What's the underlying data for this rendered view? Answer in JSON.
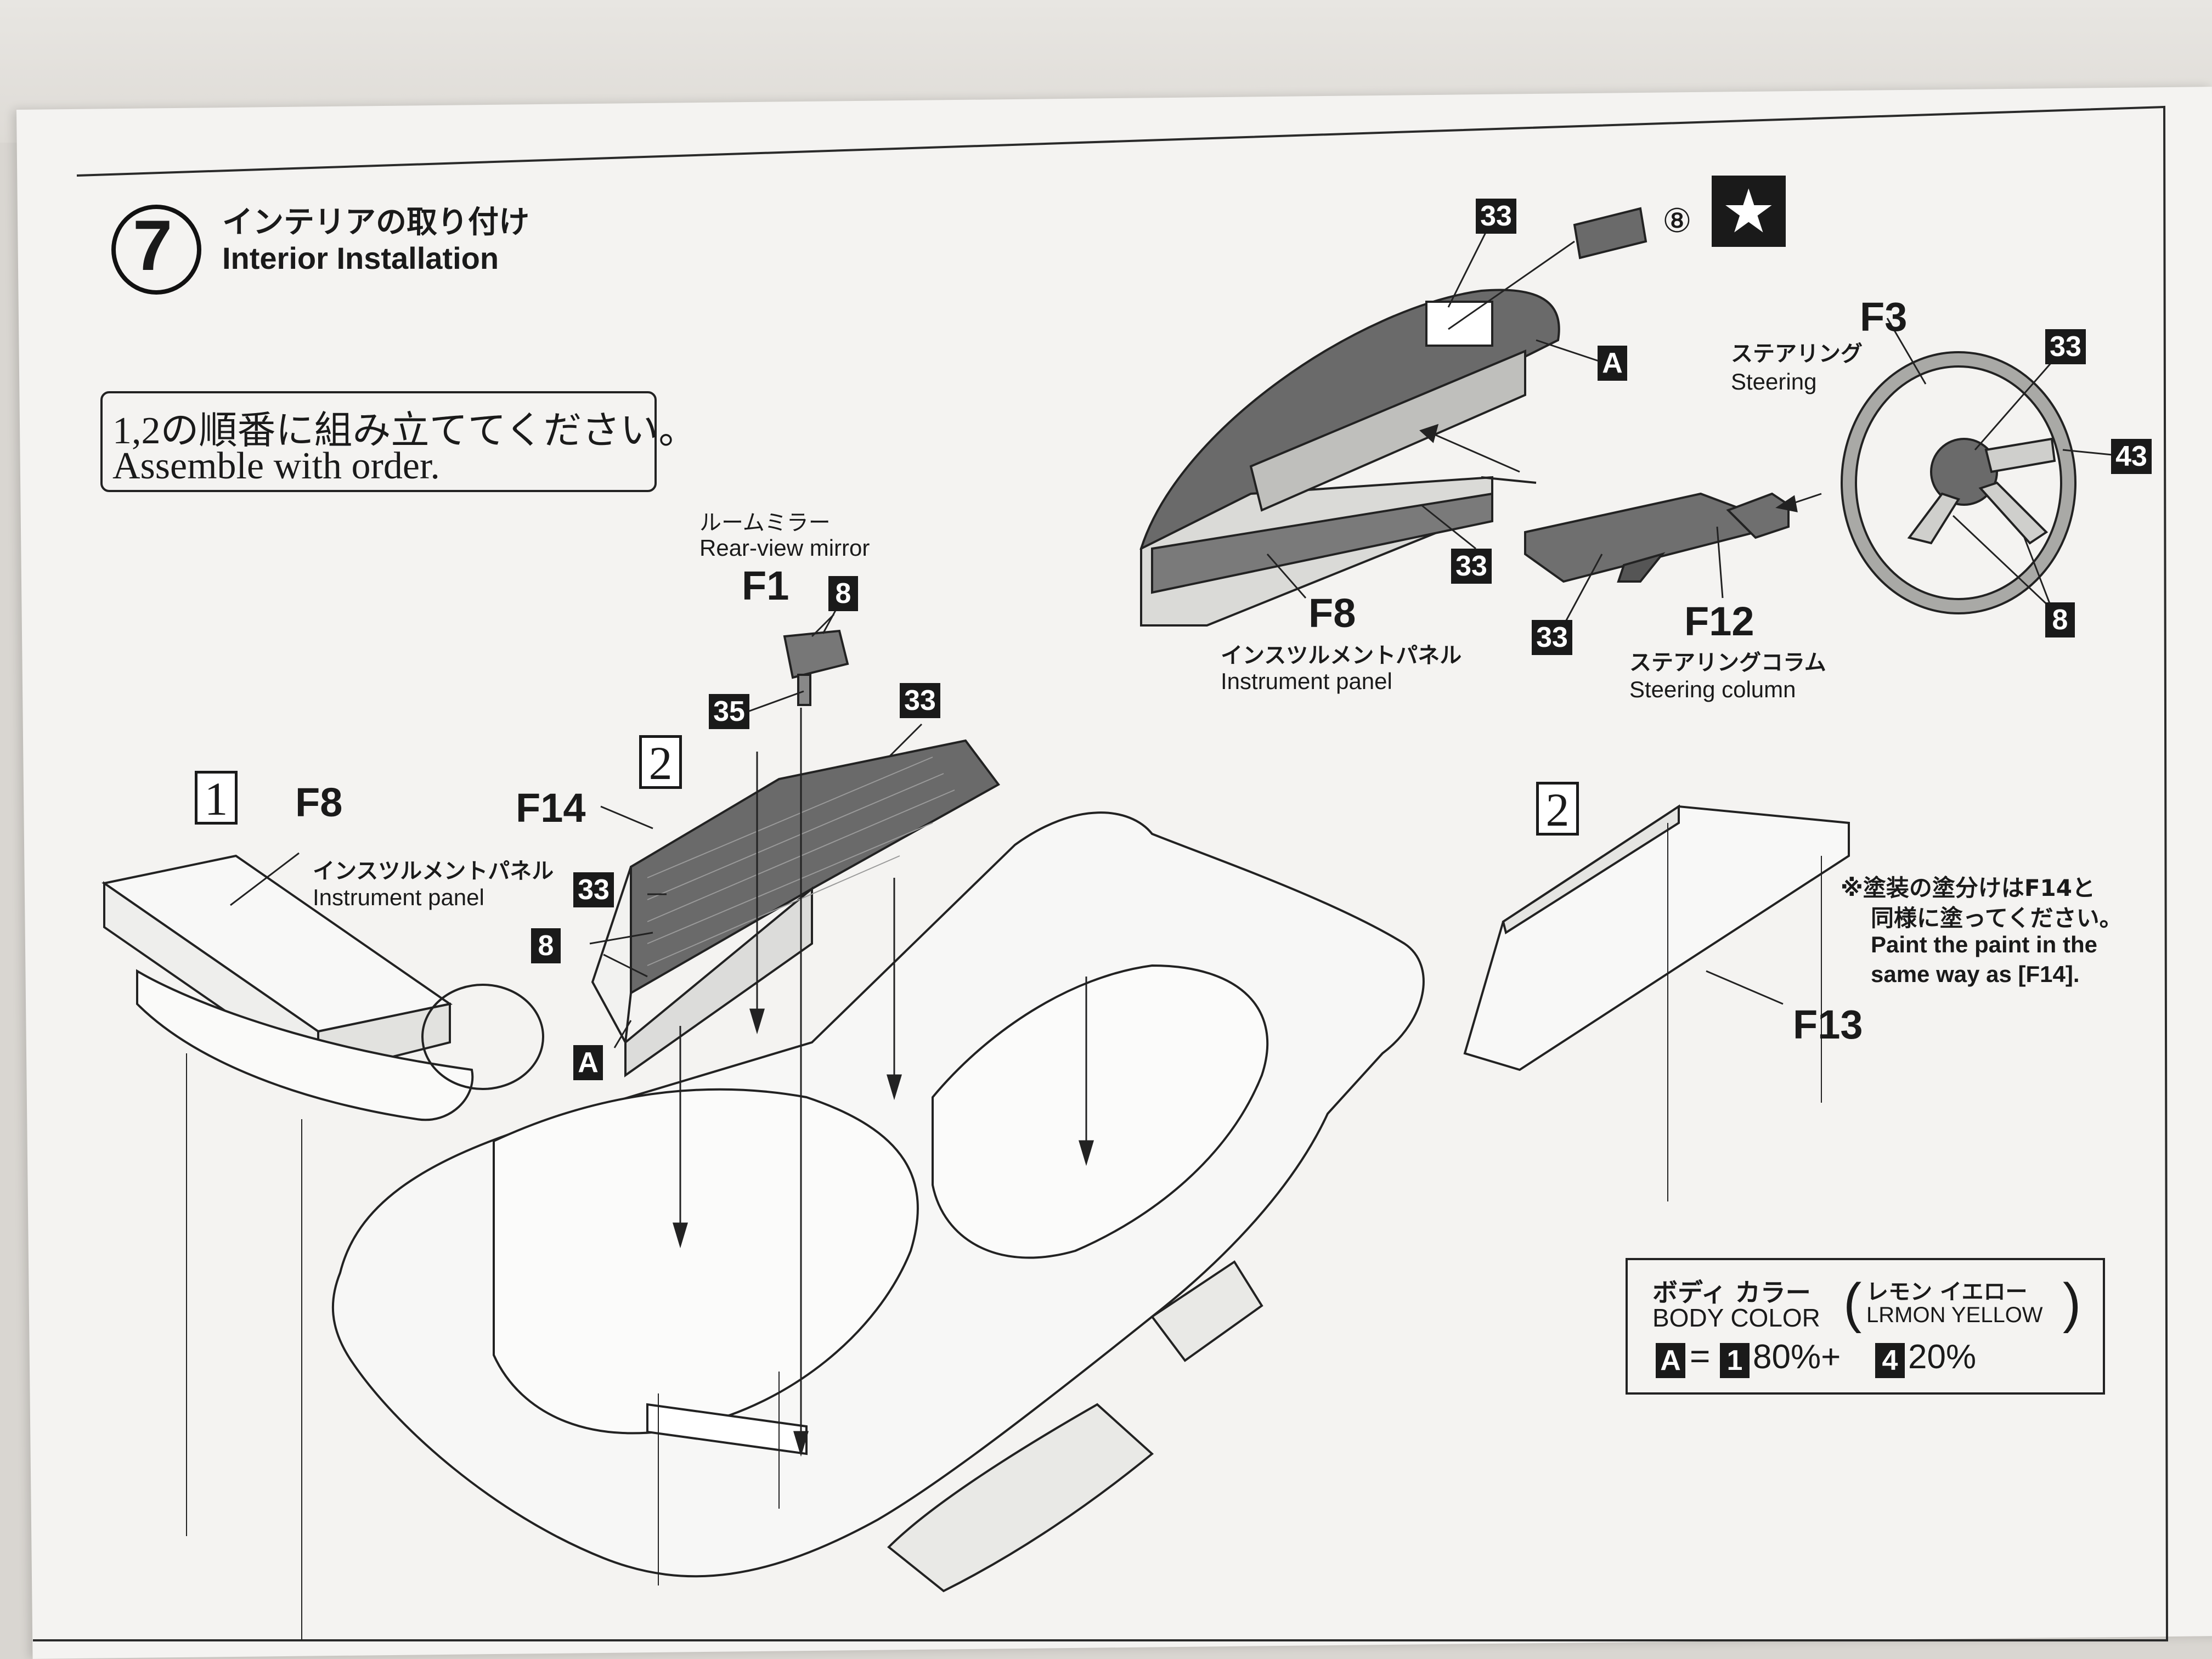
{
  "step": {
    "number": "7",
    "title_jp": "インテリアの取り付け",
    "title_en": "Interior Installation"
  },
  "order_note": {
    "jp": "1,2の順番に組み立ててください。",
    "en": "Assemble with order."
  },
  "subassembly_numbers": [
    "1",
    "2",
    "2"
  ],
  "parts": {
    "f1": {
      "code": "F1",
      "jp": "ルームミラー",
      "en": "Rear-view mirror"
    },
    "f3": {
      "code": "F3",
      "jp": "ステアリング",
      "en": "Steering"
    },
    "f8_top": {
      "code": "F8",
      "jp": "インスツルメントパネル",
      "en": "Instrument panel"
    },
    "f8_left": {
      "code": "F8",
      "jp": "インスツルメントパネル",
      "en": "Instrument panel"
    },
    "f12": {
      "code": "F12",
      "jp": "ステアリングコラム",
      "en": "Steering column"
    },
    "f13": {
      "code": "F13"
    },
    "f14": {
      "code": "F14"
    }
  },
  "color_badges": {
    "b33": "33",
    "b35": "35",
    "b43": "43",
    "b8": "8",
    "bA": "A",
    "decal": "⑧"
  },
  "paint_note": {
    "jp_line1": "※塗装の塗分けはF14と",
    "jp_line2": "同様に塗ってください。",
    "en_line1": "Paint the paint in the",
    "en_line2": "same way as [F14]."
  },
  "body_color": {
    "label_jp": "ボディ カラー",
    "label_en": "BODY COLOR",
    "name_jp": "レモン イエロー",
    "name_en": "LRMON YELLOW",
    "formula_a": "A",
    "formula_eq": "=",
    "formula_c1": "1",
    "formula_p1": "80%+",
    "formula_c2": "4",
    "formula_p2": "20%"
  },
  "star_mark": "★"
}
